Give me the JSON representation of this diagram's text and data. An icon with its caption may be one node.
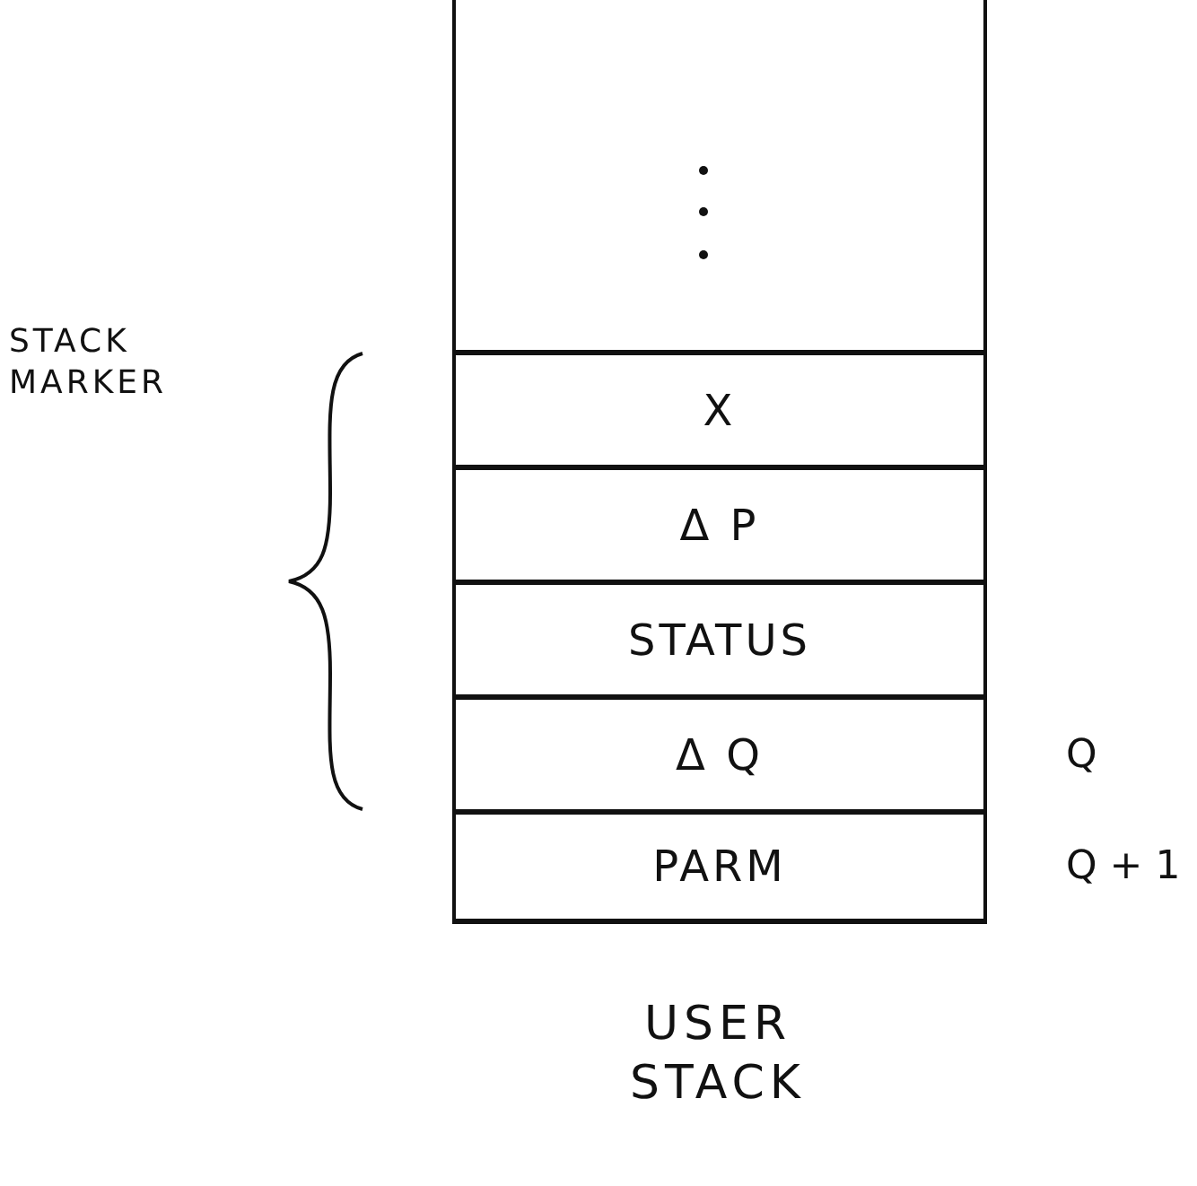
{
  "diagram": {
    "caption": "USER STACK",
    "nodes": [
      {
        "text": [
          "X"
        ]
      },
      {
        "text": [
          "Δ P"
        ]
      },
      {
        "text": [
          "STATUS"
        ]
      },
      {
        "text": [
          "Δ Q"
        ],
        "beside": [
          "Q"
        ]
      },
      {
        "text": [
          "PARM"
        ],
        "beside": [
          "Q + 1"
        ]
      }
    ],
    "labels": [
      "STACK MARKER"
    ]
  }
}
